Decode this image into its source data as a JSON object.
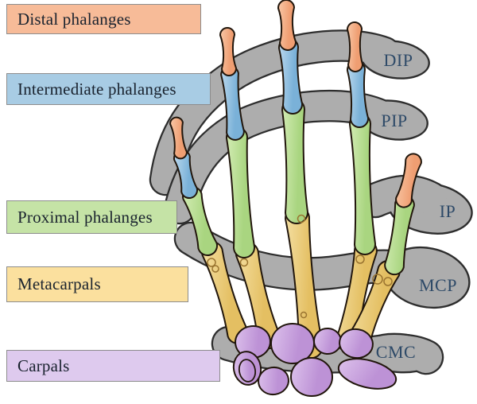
{
  "figure": {
    "description": "Anatomical diagram of the bones of the human hand with joint bands"
  },
  "legend": [
    {
      "id": "distal-phalanges",
      "label": "Distal phalanges",
      "fill": "#f7bb98"
    },
    {
      "id": "intermediate-phalanges",
      "label": "Intermediate phalanges",
      "fill": "#a8cce4"
    },
    {
      "id": "proximal-phalanges",
      "label": "Proximal phalanges",
      "fill": "#c5e3a6"
    },
    {
      "id": "metacarpals",
      "label": "Metacarpals",
      "fill": "#fbe09e"
    },
    {
      "id": "carpals",
      "label": "Carpals",
      "fill": "#decaee"
    }
  ],
  "joint_labels": [
    {
      "id": "dip",
      "label": "DIP"
    },
    {
      "id": "pip",
      "label": "PIP"
    },
    {
      "id": "ip",
      "label": "IP"
    },
    {
      "id": "mcp",
      "label": "MCP"
    },
    {
      "id": "cmc",
      "label": "CMC"
    }
  ],
  "colors": {
    "background": "#ffffff",
    "band_fill": "#adadad",
    "band_outline": "#2d2d2d",
    "bone_outline": "#21160c",
    "label_text": "#19222e",
    "joint_text": "#2e4a68",
    "legend_border": "#8d8d8d",
    "sesamoid_ring": "#9a7430",
    "bones": {
      "distal": {
        "fill": "#ef9e72",
        "light": "#f9c9a8"
      },
      "intermediate": {
        "fill": "#7ab1d8",
        "light": "#bcd9ee"
      },
      "proximal": {
        "fill": "#a9d580",
        "light": "#d3ecb4"
      },
      "metacarpal": {
        "fill": "#e4bf62",
        "light": "#f4dfa2"
      },
      "carpal": {
        "fill": "#bd92d6",
        "light": "#ddc2ec"
      }
    }
  }
}
